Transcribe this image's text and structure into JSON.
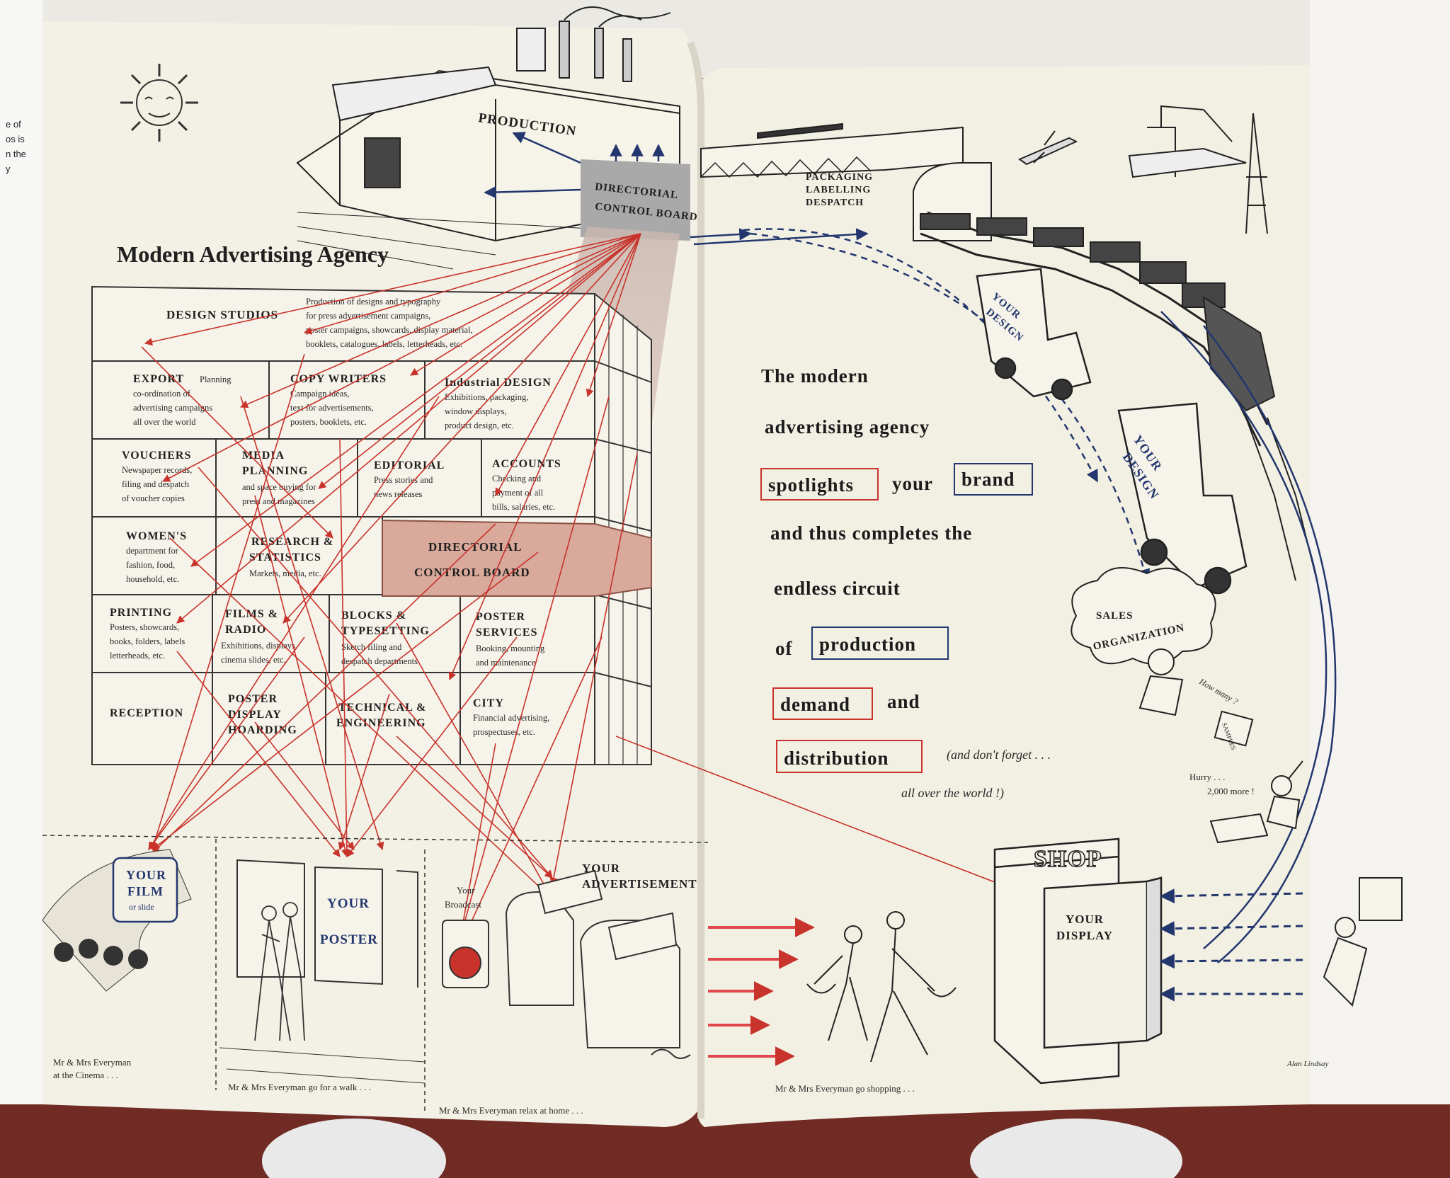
{
  "left_page": {
    "title": "Modern Advertising Agency",
    "production_label": "PRODUCTION",
    "top_board": [
      "DIRECTORIAL",
      "CONTROL BOARD"
    ],
    "margin_fragments": [
      "e of",
      "os is",
      "n the",
      "y"
    ],
    "departments": {
      "design_studios": {
        "name": "DESIGN STUDIOS",
        "desc": [
          "Production of designs and typography",
          "for press advertisement campaigns,",
          "poster campaigns, showcards, display material,",
          "booklets, catalogues, labels, letterheads, etc."
        ]
      },
      "export": {
        "name": "EXPORT",
        "desc": [
          "Planning",
          "co-ordination of",
          "advertising campaigns",
          "all over the world"
        ]
      },
      "copy_writers": {
        "name": "COPY WRITERS",
        "desc": [
          "Campaign ideas,",
          "text for advertisements,",
          "posters, booklets, etc."
        ]
      },
      "industrial_design": {
        "name": "Industrial DESIGN",
        "desc": [
          "Exhibitions, packaging,",
          "window displays,",
          "product design, etc."
        ]
      },
      "vouchers": {
        "name": "VOUCHERS",
        "desc": [
          "Newspaper records,",
          "filing and despatch",
          "of voucher copies"
        ]
      },
      "media_planning": {
        "name": [
          "MEDIA",
          "PLANNING"
        ],
        "desc": [
          "and space buying for",
          "press and magazines"
        ]
      },
      "editorial": {
        "name": "EDITORIAL",
        "desc": [
          "Press stories and",
          "news releases"
        ]
      },
      "accounts": {
        "name": "ACCOUNTS",
        "desc": [
          "Checking and",
          "payment of all",
          "bills, salaries, etc."
        ]
      },
      "womens": {
        "name": "WOMEN'S",
        "desc": [
          "department for",
          "fashion, food,",
          "household, etc."
        ]
      },
      "research": {
        "name": [
          "RESEARCH &",
          "STATISTICS"
        ],
        "desc": [
          "Markets, media, etc."
        ]
      },
      "control_board": {
        "name": [
          "DIRECTORIAL",
          "CONTROL BOARD"
        ]
      },
      "printing": {
        "name": "PRINTING",
        "desc": [
          "Posters, showcards,",
          "books, folders, labels",
          "letterheads, etc."
        ]
      },
      "films_radio": {
        "name": [
          "FILMS &",
          "RADIO"
        ],
        "desc": [
          "Exhibitions, displays,",
          "cinema slides, etc."
        ]
      },
      "blocks": {
        "name": [
          "BLOCKS &",
          "TYPESETTING"
        ],
        "desc": [
          "Sketch filing and",
          "despatch departments"
        ]
      },
      "poster_services": {
        "name": [
          "POSTER",
          "SERVICES"
        ],
        "desc": [
          "Booking, mounting",
          "and maintenance"
        ]
      },
      "reception": {
        "name": "RECEPTION"
      },
      "poster_display": {
        "name": [
          "POSTER",
          "DISPLAY",
          "HOARDING"
        ]
      },
      "technical": {
        "name": [
          "TECHNICAL &",
          "ENGINEERING"
        ]
      },
      "city": {
        "name": "CITY",
        "desc": [
          "Financial advertising,",
          "prospectuses, etc."
        ]
      }
    },
    "panels": {
      "film": [
        "YOUR",
        "FILM",
        "or slide"
      ],
      "poster": [
        "YOUR",
        "POSTER"
      ],
      "broadcast": [
        "Your",
        "Broadcast"
      ],
      "advertisement": [
        "YOUR",
        "ADVERTISEMENT"
      ]
    },
    "captions": {
      "cinema": [
        "Mr & Mrs Everyman",
        "at the Cinema . . ."
      ],
      "walk": "Mr & Mrs Everyman go for a walk . . .",
      "home": "Mr & Mrs Everyman relax at home . . ."
    }
  },
  "right_page": {
    "packaging": [
      "PACKAGING",
      "LABELLING",
      "DESPATCH"
    ],
    "van_text": [
      "YOUR",
      "DESIGN"
    ],
    "slogan": {
      "l1": "The modern",
      "l2": "advertising agency",
      "spotlights": "spotlights",
      "your": "your",
      "brand": "brand",
      "l4": "and thus completes the",
      "l5": "endless circuit",
      "of": "of",
      "production": "production",
      "demand": "demand",
      "and": "and",
      "distribution": "distribution",
      "aside1": "(and don't forget . . .",
      "aside2": "all over the world !)"
    },
    "sales": [
      "SALES",
      "ORGANIZATION"
    ],
    "how_many": "How many ?",
    "samples": "SAMPLES",
    "hurry": [
      "Hurry . . .",
      "2,000 more !"
    ],
    "shop": "SHOP",
    "display": [
      "YOUR",
      "DISPLAY"
    ],
    "shopping_caption": "Mr & Mrs Everyman go shopping . . .",
    "signature": "Alan Lindsay"
  },
  "colors": {
    "red": "#c8332b",
    "navy": "#23376e",
    "paper": "#f3f0e5",
    "board": "#d9a99b"
  }
}
